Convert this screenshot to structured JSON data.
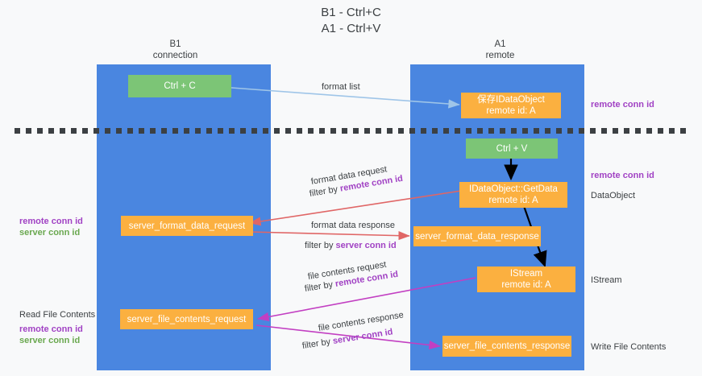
{
  "title": {
    "line1": "B1 - Ctrl+C",
    "line2": "A1 - Ctrl+V"
  },
  "columns": [
    {
      "id": "b1",
      "name": "B1",
      "role": "connection"
    },
    {
      "id": "a1",
      "name": "A1",
      "role": "remote"
    }
  ],
  "nodes": [
    {
      "id": "ctrl-c",
      "label": "Ctrl + C",
      "sub": "",
      "color": "green"
    },
    {
      "id": "save-idataobject",
      "label": "保存IDataObject",
      "sub": "remote id: A",
      "color": "orange"
    },
    {
      "id": "ctrl-v",
      "label": "Ctrl + V",
      "sub": "",
      "color": "green"
    },
    {
      "id": "idataobject-getdata",
      "label": "IDataObject::GetData",
      "sub": "remote id: A",
      "color": "orange"
    },
    {
      "id": "server-format-data-request",
      "label": "server_format_data_request",
      "sub": "",
      "color": "orange"
    },
    {
      "id": "server-format-data-response",
      "label": "server_format_data_response",
      "sub": "",
      "color": "orange"
    },
    {
      "id": "istream",
      "label": "IStream",
      "sub": "remote id: A",
      "color": "orange"
    },
    {
      "id": "server-file-contents-request",
      "label": "server_file_contents_request",
      "sub": "",
      "color": "orange"
    },
    {
      "id": "server-file-contents-response",
      "label": "server_file_contents_response",
      "sub": "",
      "color": "orange"
    }
  ],
  "edge_labels": {
    "format_list": "format list",
    "format_data_request": "format data request",
    "format_data_request_filter_prefix": "filter by ",
    "format_data_request_filter_key": "remote conn id",
    "format_data_response": "format data response",
    "format_data_response_filter_prefix": "filter by ",
    "format_data_response_filter_key": "server conn id",
    "file_contents_request": "file contents request",
    "file_contents_request_filter_prefix": "filter by ",
    "file_contents_request_filter_key": "remote conn id",
    "file_contents_response": "file contents response",
    "file_contents_response_filter_prefix": "filter by ",
    "file_contents_response_filter_key": "server conn id"
  },
  "annotations": {
    "right_remote_conn_id_top": "remote conn id",
    "right_remote_conn_id_mid": "remote conn id",
    "right_dataobject": "DataObject",
    "right_istream": "IStream",
    "right_write_file_contents": "Write File Contents",
    "left_remote_conn_id": "remote conn id",
    "left_server_conn_id": "server conn id",
    "left_read_file_contents": "Read File Contents",
    "left_remote_conn_id_2": "remote conn id",
    "left_server_conn_id_2": "server conn id"
  },
  "colors": {
    "lane": "#4a86e0",
    "green_node": "#7cc576",
    "orange_node": "#fbb040",
    "purple_text": "#a142c4",
    "green_text": "#6aa84f",
    "red_arrow": "#e06666",
    "magenta_arrow": "#c23fc2",
    "light_blue_arrow": "#9fc5e8",
    "black_arrow": "#000000",
    "page_background": "#f8f9fa"
  }
}
